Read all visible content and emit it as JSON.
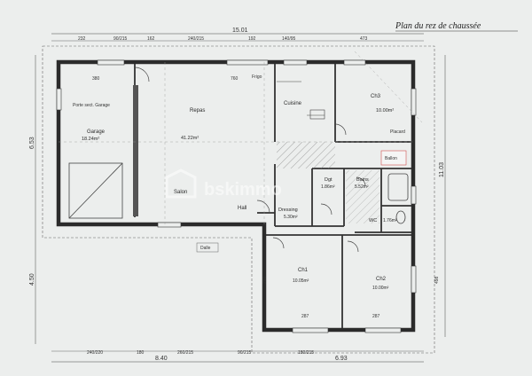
{
  "title": "Plan du rez de chaussée",
  "watermark": "bskimmo",
  "rooms": {
    "garage": {
      "name": "Garage",
      "area": "18.24m²"
    },
    "repas": {
      "name": "Repas",
      "area": "41.22m²"
    },
    "salon": {
      "name": "Salon"
    },
    "cuisine": {
      "name": "Cuisine"
    },
    "ch3": {
      "name": "Ch3",
      "area": "10.00m²"
    },
    "hall": {
      "name": "Hall"
    },
    "dressing": {
      "name": "Dressing",
      "area": "5.30m²"
    },
    "dgt": {
      "name": "Dgt",
      "area": "1.86m²"
    },
    "bains": {
      "name": "Bains",
      "area": "5.52m²"
    },
    "wc": {
      "name": "WC",
      "area": "1.76m²"
    },
    "ch1": {
      "name": "Ch1",
      "area": "10.05m²"
    },
    "ch2": {
      "name": "Ch2",
      "area": "10.00m²"
    }
  },
  "dimensions": {
    "top_total": "15.01",
    "top_segments": [
      "232",
      "90/215",
      "162",
      "240/215",
      "192",
      "140/95",
      "473"
    ],
    "bottom_left_total": "8.40",
    "bottom_right_total": "6.93",
    "bottom_segments": [
      "240/220",
      "180",
      "260/215",
      "90/215",
      "180/215"
    ],
    "left_upper": "6.53",
    "left_lower": "4.50",
    "right_total": "11.03",
    "inner": [
      "380",
      "760",
      "287",
      "287",
      "280",
      "498"
    ]
  },
  "annotations": {
    "fridge": "Frigo",
    "dallage": "Dalle",
    "garage_note": "Porte sect. Garage",
    "ballon": "Ballon",
    "ch3_note": "Placard"
  }
}
